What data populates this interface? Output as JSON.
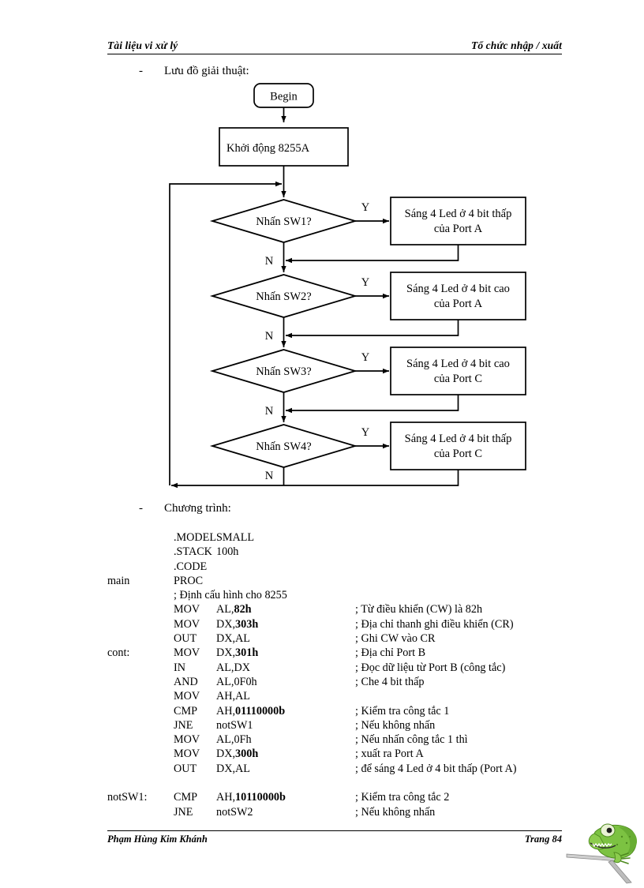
{
  "header": {
    "left": "Tài liệu vi xử lý",
    "right": "Tổ chức nhập / xuất"
  },
  "footer": {
    "left": "Phạm Hùng Kim Khánh",
    "right": "Trang 84"
  },
  "sections": {
    "flowchart_heading": "Lưu đồ giải thuật:",
    "program_heading": "Chương trình:",
    "dash": "-"
  },
  "flowchart": {
    "start": "Begin",
    "init": "Khởi động 8255A",
    "yes_label": "Y",
    "no_label": "N",
    "decisions": [
      {
        "question": "Nhấn SW1?",
        "action_line1": "Sáng 4 Led ở 4 bit thấp",
        "action_line2": "của Port A"
      },
      {
        "question": "Nhấn SW2?",
        "action_line1": "Sáng 4 Led ở 4 bit cao",
        "action_line2": "của Port A"
      },
      {
        "question": "Nhấn SW3?",
        "action_line1": "Sáng 4 Led ở 4 bit cao",
        "action_line2": "của Port C"
      },
      {
        "question": "Nhấn SW4?",
        "action_line1": "Sáng 4 Led ở 4 bit thấp",
        "action_line2": "của Port C"
      }
    ]
  },
  "code": {
    "lines": [
      {
        "label": "",
        "mnemonic": ".MODEL",
        "operands": "SMALL",
        "operands_bold": "",
        "comment": ""
      },
      {
        "label": "",
        "mnemonic": ".STACK",
        "operands": "100h",
        "operands_bold": "",
        "comment": ""
      },
      {
        "label": "",
        "mnemonic": ".CODE",
        "operands": "",
        "operands_bold": "",
        "comment": ""
      },
      {
        "label": "main",
        "mnemonic": "PROC",
        "operands": "",
        "operands_bold": "",
        "comment": ""
      },
      {
        "label": "",
        "full": "; Định cấu hình cho 8255"
      },
      {
        "label": "",
        "mnemonic": "MOV",
        "operands": "AL,",
        "operands_bold": "82h",
        "comment": "; Từ điều khiển (CW) là 82h"
      },
      {
        "label": "",
        "mnemonic": "MOV",
        "operands": "DX,",
        "operands_bold": "303h",
        "comment": "; Địa chỉ thanh ghi điều khiển (CR)"
      },
      {
        "label": "",
        "mnemonic": "OUT",
        "operands": "DX,AL",
        "operands_bold": "",
        "comment": "; Ghi CW vào CR"
      },
      {
        "label": "cont:",
        "mnemonic": "MOV",
        "operands": "DX,",
        "operands_bold": "301h",
        "comment": "; Địa chỉ Port B"
      },
      {
        "label": "",
        "mnemonic": "IN",
        "operands": "AL,DX",
        "operands_bold": "",
        "comment": "; Đọc dữ liệu từ Port B (công tắc)"
      },
      {
        "label": "",
        "mnemonic": "AND",
        "operands": "AL,0F0h",
        "operands_bold": "",
        "comment": "; Che 4 bit thấp"
      },
      {
        "label": "",
        "mnemonic": "MOV",
        "operands": "AH,AL",
        "operands_bold": "",
        "comment": ""
      },
      {
        "label": "",
        "mnemonic": "CMP",
        "operands": "AH,",
        "operands_bold": "01110000b",
        "comment": "; Kiểm tra công tắc 1"
      },
      {
        "label": "",
        "mnemonic": "JNE",
        "operands": "notSW1",
        "operands_bold": "",
        "comment": "; Nếu không nhấn"
      },
      {
        "label": "",
        "mnemonic": "MOV",
        "operands": "AL,0Fh",
        "operands_bold": "",
        "comment": "; Nếu nhấn công tắc 1 thì"
      },
      {
        "label": "",
        "mnemonic": "MOV",
        "operands": "DX,",
        "operands_bold": "300h",
        "comment": "; xuất ra Port A"
      },
      {
        "label": "",
        "mnemonic": "OUT",
        "operands": "DX,AL",
        "operands_bold": "",
        "comment": "; để sáng 4 Led ở 4 bit thấp (Port A)"
      },
      {
        "blank": true
      },
      {
        "label": "notSW1:",
        "mnemonic": "CMP",
        "operands": "AH,",
        "operands_bold": "10110000b",
        "comment": "; Kiểm tra công tắc 2"
      },
      {
        "label": "",
        "mnemonic": "JNE",
        "operands": "notSW2",
        "operands_bold": "",
        "comment": "; Nếu không nhấn"
      }
    ]
  },
  "colors": {
    "ink": "#000000",
    "paper": "#ffffff",
    "frog_body": "#7cc242",
    "frog_dark": "#4e8a1f",
    "frog_light": "#a8d95f"
  },
  "mascot": {
    "name": "frog-mascot"
  }
}
